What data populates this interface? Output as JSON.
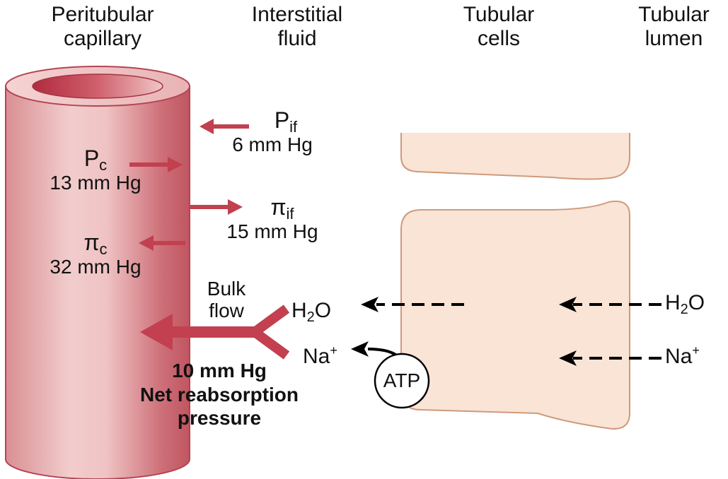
{
  "headers": {
    "peritubular_capillary": [
      "Peritubular",
      "capillary"
    ],
    "interstitial_fluid": [
      "Interstitial",
      "fluid"
    ],
    "tubular_cells": [
      "Tubular",
      "cells"
    ],
    "tubular_lumen": [
      "Tubular",
      "lumen"
    ]
  },
  "forces": {
    "p_if": {
      "symbol": "P",
      "sub": "if",
      "value": "6 mm Hg"
    },
    "p_c": {
      "symbol": "P",
      "sub": "c",
      "value": "13 mm Hg"
    },
    "pi_if": {
      "symbol": "π",
      "sub": "if",
      "value": "15 mm Hg"
    },
    "pi_c": {
      "symbol": "π",
      "sub": "c",
      "value": "32 mm Hg"
    }
  },
  "bulk_flow": [
    "Bulk",
    "flow"
  ],
  "net": {
    "value": "10 mm Hg",
    "line1": "Net reabsorption",
    "line2": "pressure"
  },
  "molecules": {
    "h2o": {
      "a": "H",
      "sub": "2",
      "b": "O"
    },
    "na": {
      "a": "Na",
      "sup": "+"
    }
  },
  "atp": "ATP",
  "colors": {
    "arrow": "#c2404f",
    "capillary_dark": "#b8404e",
    "capillary_light": "#f3c9c9",
    "cell_fill": "#f9e4d6",
    "cell_stroke": "#cf9a7c"
  }
}
